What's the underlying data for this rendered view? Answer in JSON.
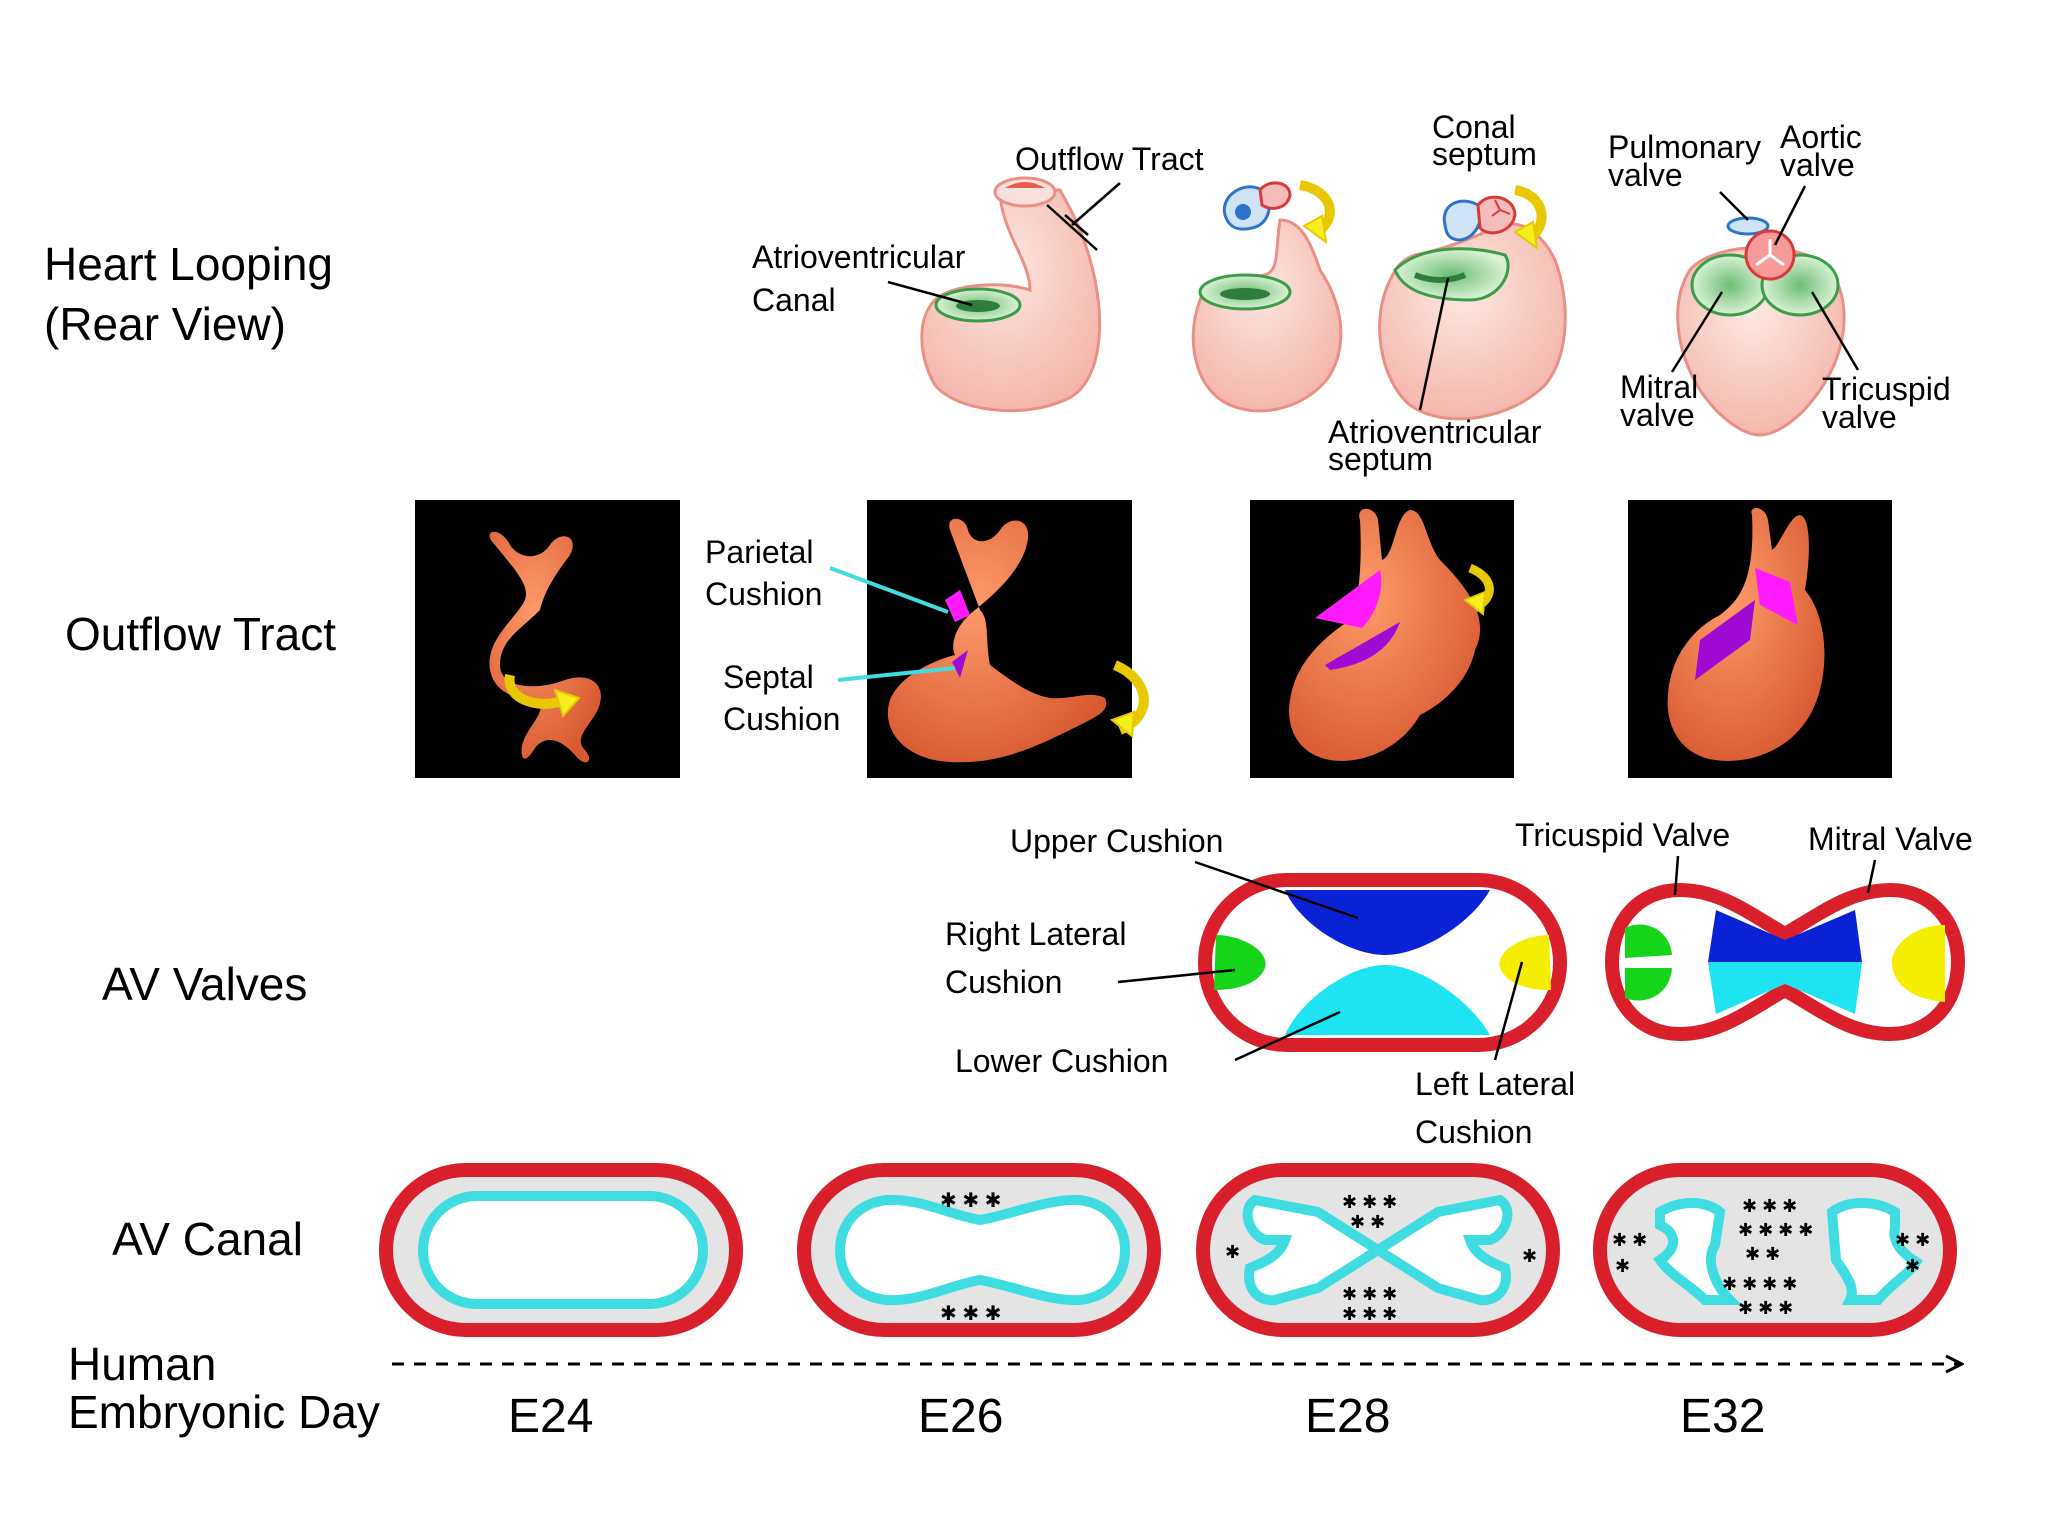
{
  "rows": {
    "heart_looping": [
      "Heart Looping",
      "(Rear View)"
    ],
    "outflow_tract": "Outflow Tract",
    "av_valves": "AV Valves",
    "av_canal": "AV Canal",
    "embryonic_day": [
      "Human",
      "Embryonic Day"
    ]
  },
  "heart_labels": {
    "outflow_tract": "Outflow Tract",
    "av_canal": [
      "Atrioventricular",
      "Canal"
    ],
    "conal_septum": [
      "Conal",
      "septum"
    ],
    "av_septum": [
      "Atrioventricular",
      "septum"
    ],
    "pulmonary_valve": [
      "Pulmonary",
      "valve"
    ],
    "aortic_valve": [
      "Aortic",
      "valve"
    ],
    "mitral_valve": [
      "Mitral",
      "valve"
    ],
    "tricuspid_valve": [
      "Tricuspid",
      "valve"
    ]
  },
  "outflow_labels": {
    "parietal_cushion": [
      "Parietal",
      "Cushion"
    ],
    "septal_cushion": [
      "Septal",
      "Cushion"
    ]
  },
  "valve_labels": {
    "upper_cushion": "Upper Cushion",
    "right_lateral_cushion": [
      "Right Lateral",
      "Cushion"
    ],
    "lower_cushion": "Lower Cushion",
    "left_lateral_cushion": [
      "Left Lateral",
      "Cushion"
    ],
    "tricuspid_valve": "Tricuspid Valve",
    "mitral_valve": "Mitral Valve"
  },
  "days": [
    "E24",
    "E26",
    "E28",
    "E32"
  ],
  "colors": {
    "canal_wall": "#d9202a",
    "canal_fill": "#e4e4e4",
    "endocardium": "#3fdde2",
    "upper_cushion": "#0a22d6",
    "lower_cushion": "#1ee4f2",
    "right_lateral": "#16d41a",
    "left_lateral": "#f6ee00",
    "parietal": "#ff1aff",
    "septal": "#a00ad2",
    "heart_flesh": "#f7c9c2",
    "outflow_model": "#f07a4e",
    "arrow": "#f4ef1e",
    "cells": "#3ad65a"
  }
}
